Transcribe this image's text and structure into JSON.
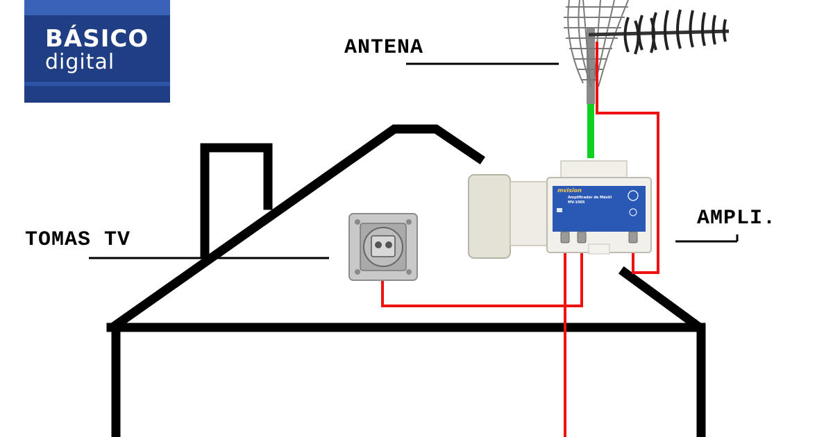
{
  "logo": {
    "line1": "BÁSICO",
    "line2": "digital"
  },
  "labels": {
    "antena": "ANTENA",
    "ampli": "AMPLI.",
    "tomas": "TOMAS TV"
  },
  "amplifier": {
    "brand": "mvision",
    "title": "Amplificador de Mástil",
    "model": "MV-1005"
  },
  "colors": {
    "cable_red": "#ee1111",
    "cable_green": "#10d020",
    "house_outline": "#000000",
    "logo_bg": "#1f3e84"
  }
}
